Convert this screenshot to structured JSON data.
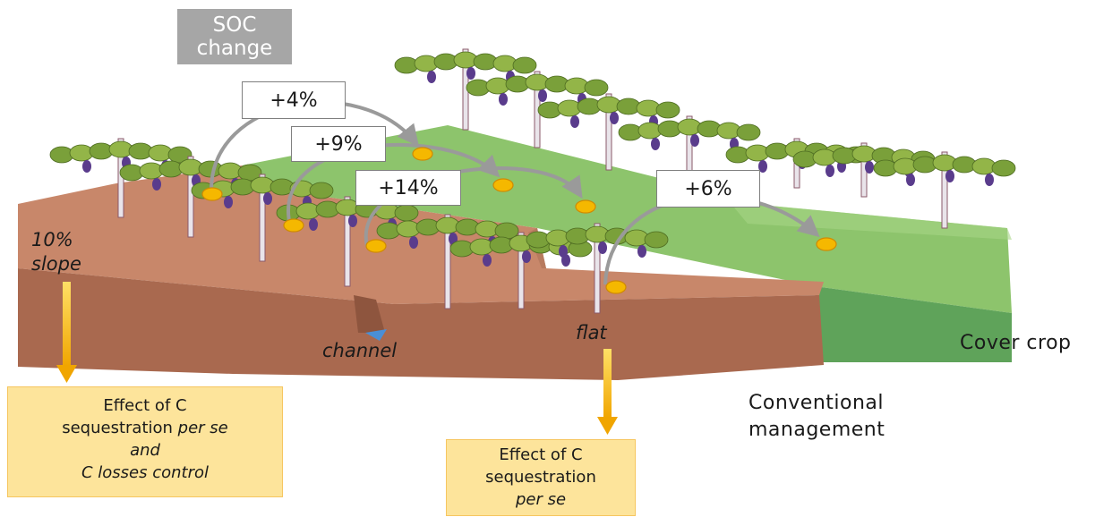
{
  "title": {
    "line1": "SOC",
    "line2": "change"
  },
  "changes": [
    {
      "label": "+4%"
    },
    {
      "label": "+9%"
    },
    {
      "label": "+14%"
    },
    {
      "label": "+6%"
    }
  ],
  "terrain_labels": {
    "slope_line1": "10%",
    "slope_line2": "slope",
    "channel": "channel",
    "flat": "flat"
  },
  "management_labels": {
    "cover_crop": "Cover crop",
    "conventional_line1": "Conventional",
    "conventional_line2": "management"
  },
  "effect_boxes": {
    "slope": {
      "line1": "Effect of C",
      "line2a": "sequestration ",
      "line2b": "per se",
      "line3": "and",
      "line4": "C losses control"
    },
    "flat": {
      "line1": "Effect of C",
      "line2": "sequestration",
      "line3": "per se"
    }
  },
  "colors": {
    "soil_top": "#c8876a",
    "soil_side": "#a9694f",
    "cover_crop": "#8dc46c",
    "cover_crop_side": "#5fa35a",
    "sample_point": "#f5b800",
    "arrow_gray": "#9a9a9a",
    "effect_arrow": "#f3b41b",
    "effect_box": "#fde49b",
    "water": "#4a8fd6",
    "title_box": "#a6a6a6"
  }
}
